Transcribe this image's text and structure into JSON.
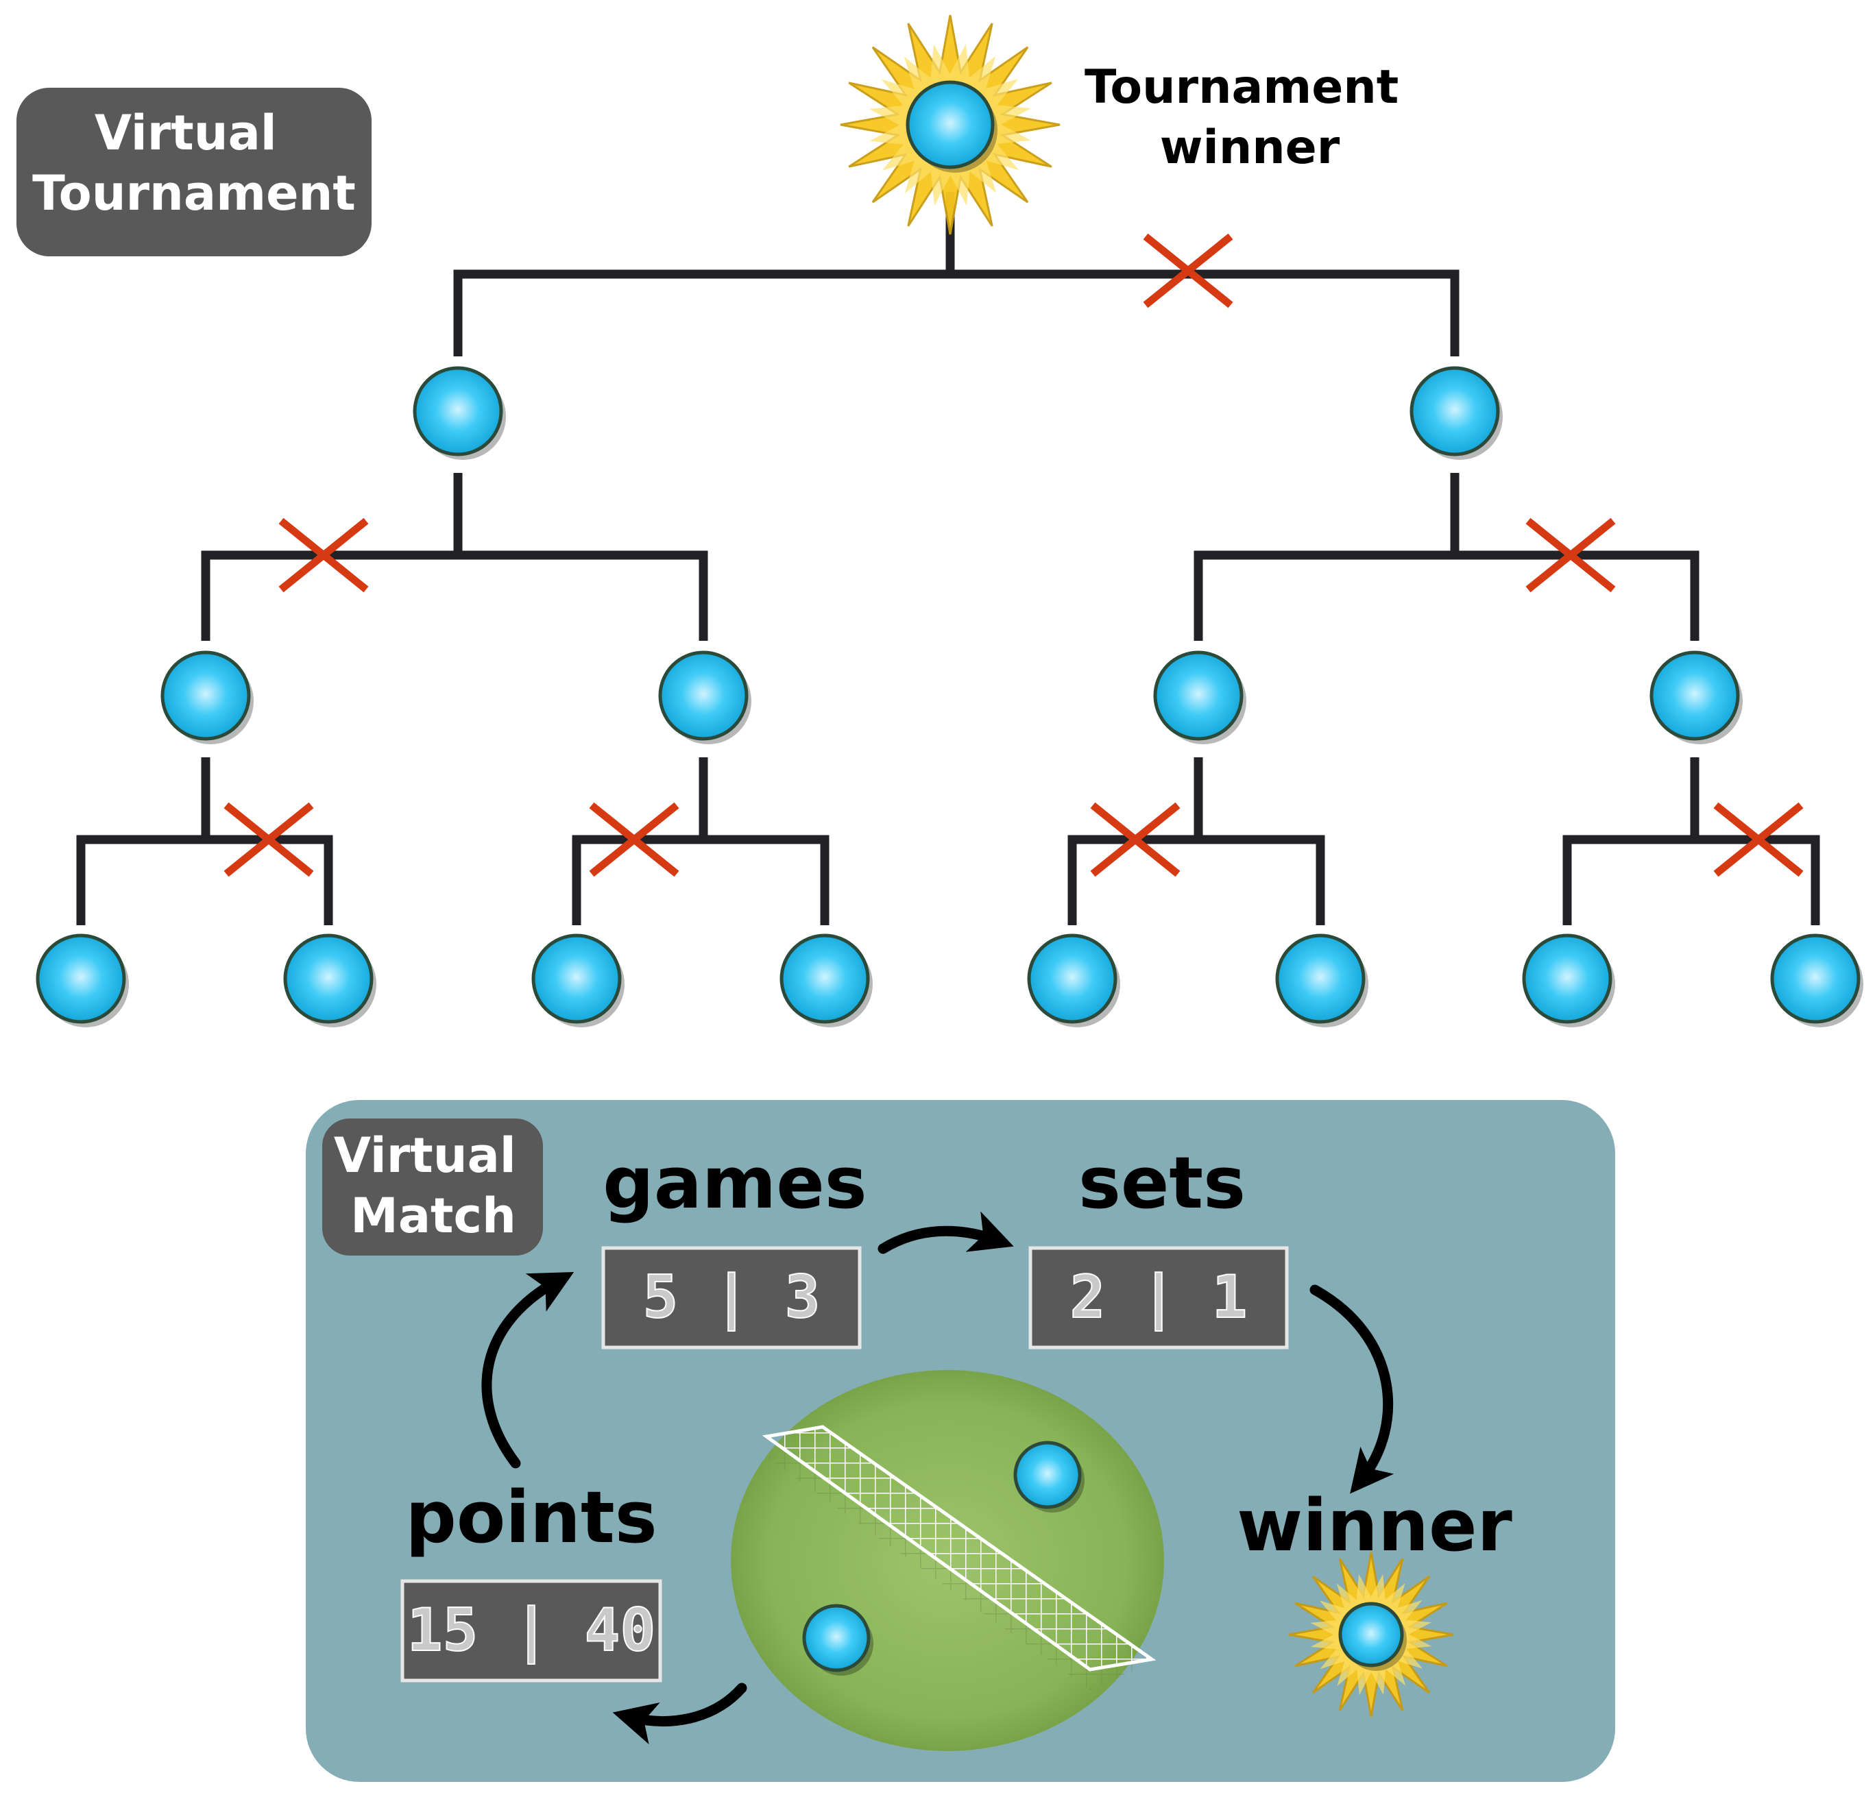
{
  "tournament": {
    "badge_lines": [
      "Virtual",
      "Tournament"
    ],
    "winner_label_lines": [
      "Tournament",
      "winner"
    ]
  },
  "match": {
    "badge_lines": [
      "Virtual",
      "Match"
    ],
    "games_label": "games",
    "sets_label": "sets",
    "points_label": "points",
    "winner_label": "winner",
    "games_score": "5 | 3",
    "sets_score": "2 | 1",
    "points_score": "15 | 40"
  },
  "colors": {
    "panel_bg": "#85adb6",
    "badge_bg": "#595959",
    "score_bg": "#595959",
    "bracket_line": "#222226",
    "eliminated_x": "#d63a12",
    "player_ball": "#22b9e8",
    "sun": "#f7c81e",
    "court": "#8ab65a"
  },
  "icons": [
    "player-ball-icon",
    "sun-icon",
    "eliminated-x-icon",
    "arrow-icon",
    "tennis-net-icon"
  ]
}
